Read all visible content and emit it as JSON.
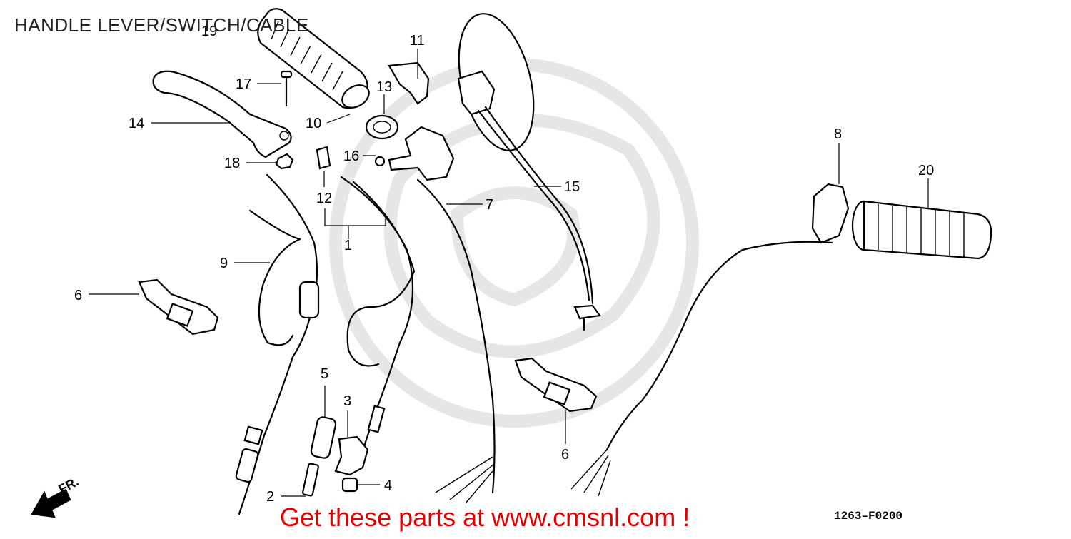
{
  "title": "HANDLE LEVER/SWITCH/CABLE",
  "footer": "Get these parts at www.cmsnl.com !",
  "diagram_code": "1263–F0200",
  "direction_label": "FR.",
  "colors": {
    "footer": "#e00000",
    "line": "#000000",
    "watermark": "#e6e6e6"
  },
  "callouts": [
    {
      "id": "19",
      "label": "19"
    },
    {
      "id": "11",
      "label": "11"
    },
    {
      "id": "17",
      "label": "17"
    },
    {
      "id": "13",
      "label": "13"
    },
    {
      "id": "14",
      "label": "14"
    },
    {
      "id": "10",
      "label": "10"
    },
    {
      "id": "16",
      "label": "16"
    },
    {
      "id": "18",
      "label": "18"
    },
    {
      "id": "12",
      "label": "12"
    },
    {
      "id": "15",
      "label": "15"
    },
    {
      "id": "7",
      "label": "7"
    },
    {
      "id": "8",
      "label": "8"
    },
    {
      "id": "20",
      "label": "20"
    },
    {
      "id": "1",
      "label": "1"
    },
    {
      "id": "9",
      "label": "9"
    },
    {
      "id": "6a",
      "label": "6"
    },
    {
      "id": "6b",
      "label": "6"
    },
    {
      "id": "5",
      "label": "5"
    },
    {
      "id": "3",
      "label": "3"
    },
    {
      "id": "4",
      "label": "4"
    },
    {
      "id": "2",
      "label": "2"
    }
  ]
}
